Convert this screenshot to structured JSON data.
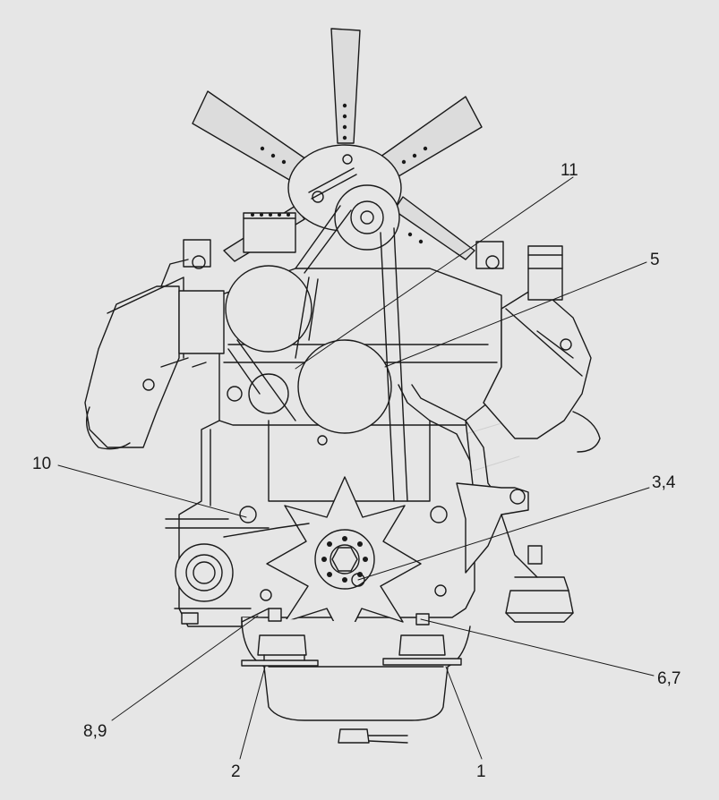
{
  "diagram": {
    "background_color": "#e6e6e6",
    "line_color": "#1a1a1a",
    "labels": {
      "c11": "11",
      "c5": "5",
      "c34": "3,4",
      "c10": "10",
      "c67": "6,7",
      "c89": "8,9",
      "c2": "2",
      "c1": "1"
    }
  }
}
